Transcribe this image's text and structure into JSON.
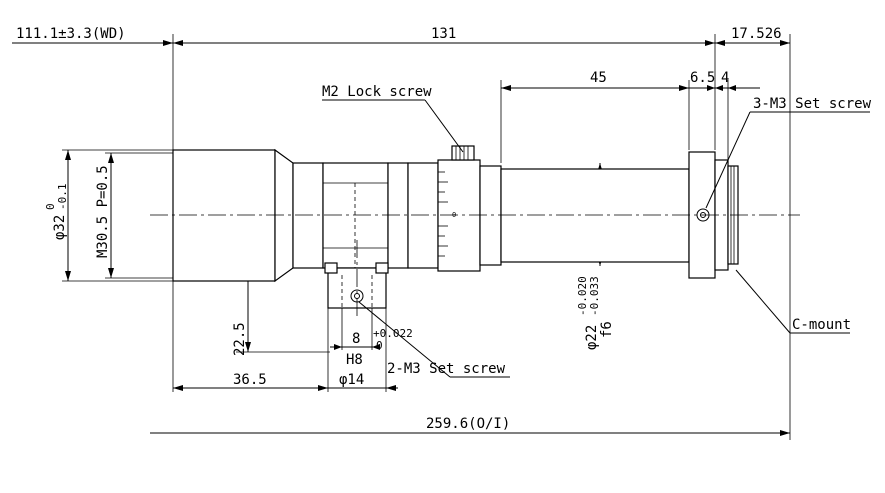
{
  "dimensions": {
    "wd": "111.1±3.3(WD)",
    "length_131": "131",
    "length_17526": "17.526",
    "length_45": "45",
    "length_65": "6.5",
    "length_4": "4",
    "height_225": "22.5",
    "length_365": "36.5",
    "width_8": "8",
    "fit_h8": "H8",
    "tol_upper_h8": "+0.022",
    "tol_lower_h8": "0",
    "dia_14": "φ14",
    "overall": "259.6(O/I)",
    "dia_32": "φ32",
    "tol_upper_32": "0",
    "tol_lower_32": "-0.1",
    "thread": "M30.5 P=0.5",
    "dia_22": "φ22",
    "tol_upper_22": "-0.020",
    "tol_lower_22": "-0.033",
    "fit_f6": "f6"
  },
  "callouts": {
    "lock_screw": "M2 Lock screw",
    "set_screw_top": "3-M3 Set screw",
    "set_screw_bottom": "2-M3 Set screw",
    "mount": "C-mount"
  },
  "scale_marks": {
    "zero": "0"
  }
}
